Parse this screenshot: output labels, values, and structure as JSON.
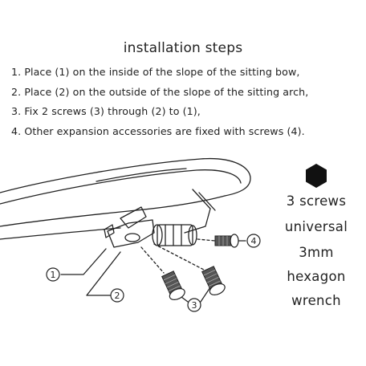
{
  "title": "installation steps",
  "steps": [
    "1. Place (1) on the inside of the slope of the sitting bow,",
    "2. Place (2) on the outside of the slope of the sitting arch,",
    "3. Fix 2 screws (3) through (2) to (1),",
    "4. Other expansion accessories are fixed with screws (4)."
  ],
  "callouts": {
    "c1": "1",
    "c2": "2",
    "c3": "3",
    "c4": "4"
  },
  "side_text": [
    "3 screws",
    "universal",
    "3mm",
    "hexagon",
    "wrench"
  ],
  "icons": {
    "hex": "hexagon-icon"
  },
  "colors": {
    "ink": "#222222",
    "hex_fill": "#111111",
    "screw_fill": "#555555"
  }
}
